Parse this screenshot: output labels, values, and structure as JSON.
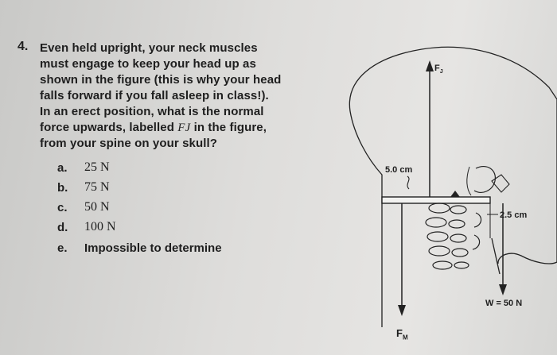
{
  "question": {
    "number": "4.",
    "lines": [
      "Even held upright, your neck muscles",
      "must engage to keep your head up as",
      "shown in the figure (this is why your head",
      "falls forward if you fall asleep in class!).",
      "In an erect position, what is the normal",
      "force upwards, labelled",
      "in the figure,",
      "from your spine on your skull?"
    ],
    "force_symbol": "FJ"
  },
  "options": [
    {
      "letter": "a.",
      "text": "25 N"
    },
    {
      "letter": "b.",
      "text": "75 N"
    },
    {
      "letter": "c.",
      "text": "50 N"
    },
    {
      "letter": "d.",
      "text": "100 N"
    },
    {
      "letter": "e.",
      "text": "Impossible to determine"
    }
  ],
  "figure": {
    "label_fj": "F",
    "label_fj_sub": "J",
    "label_fm": "F",
    "label_fm_sub": "M",
    "dist_left": "5.0 cm",
    "dist_right": "2.5 cm",
    "weight": "W = 50 N"
  }
}
